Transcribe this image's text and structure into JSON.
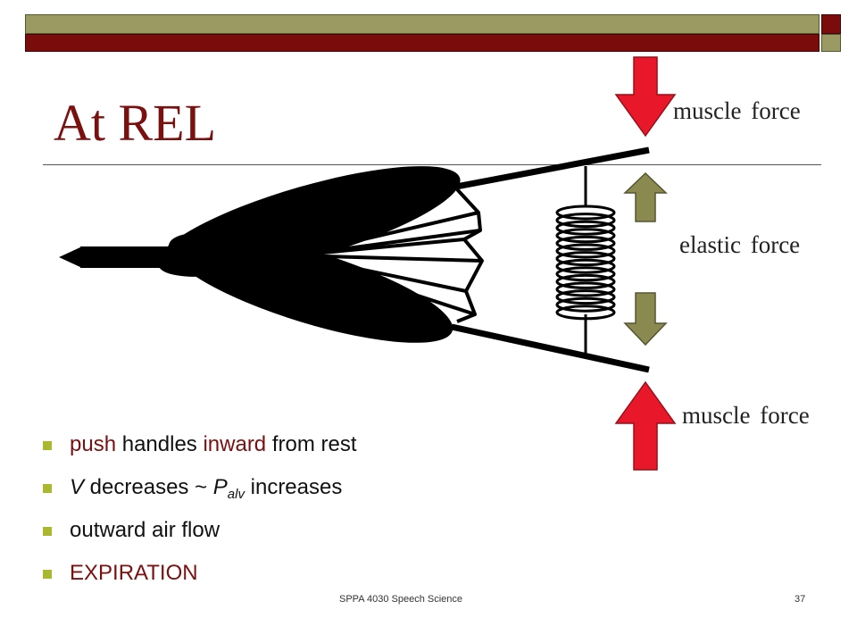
{
  "slide": {
    "title": "At REL",
    "footer": "SPPA 4030 Speech Science",
    "page_number": "37"
  },
  "labels": {
    "muscle_top": "muscle force",
    "elastic": "elastic force",
    "muscle_bottom": "muscle force"
  },
  "bullets": {
    "b1": {
      "w1": "push",
      "w2": " handles ",
      "w3": "inward",
      "w4": " from rest"
    },
    "b2": {
      "v": "V",
      "mid": " decreases ~ ",
      "p": "P",
      "sub": "alv",
      "end": " increases"
    },
    "b3": {
      "text": "outward air flow"
    },
    "b4": {
      "text": "EXPIRATION"
    }
  },
  "colors": {
    "title": "#7a1010",
    "accent_text": "#7a1010",
    "bar_olive": "#9a9a62",
    "bar_maroon": "#7a0c0c",
    "arrow_muscle": "#e8182a",
    "arrow_elastic": "#8a8a50",
    "bullet_marker": "#a9b830"
  },
  "icons": {
    "muscle_arrow_top": "arrow-down-icon",
    "elastic_arrow_top": "arrow-up-icon",
    "elastic_arrow_bottom": "arrow-down-icon",
    "muscle_arrow_bottom": "arrow-up-icon"
  }
}
